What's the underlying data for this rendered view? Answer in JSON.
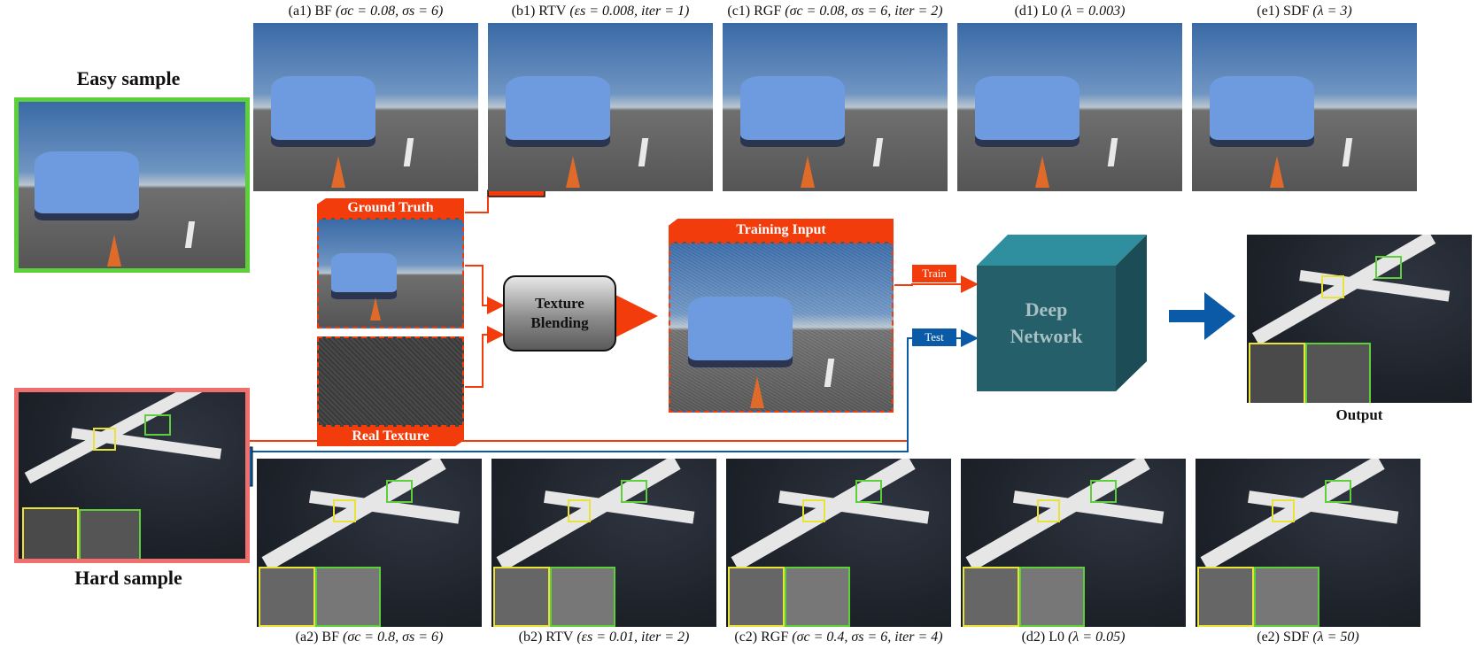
{
  "samples": {
    "easy_label": "Easy sample",
    "hard_label": "Hard sample"
  },
  "top_row": [
    {
      "id": "a1",
      "prefix": "(a1) BF",
      "params": "(σc = 0.08, σs = 6)"
    },
    {
      "id": "b1",
      "prefix": "(b1) RTV",
      "params": "(εs = 0.008, iter = 1)"
    },
    {
      "id": "c1",
      "prefix": "(c1) RGF",
      "params": "(σc = 0.08, σs = 6, iter = 2)"
    },
    {
      "id": "d1",
      "prefix": "(d1) L0",
      "params": "(λ = 0.003)"
    },
    {
      "id": "e1",
      "prefix": "(e1) SDF",
      "params": "(λ = 3)"
    }
  ],
  "bottom_row": [
    {
      "id": "a2",
      "prefix": "(a2) BF",
      "params": "(σc = 0.8, σs = 6)"
    },
    {
      "id": "b2",
      "prefix": "(b2) RTV",
      "params": "(εs = 0.01, iter = 2)"
    },
    {
      "id": "c2",
      "prefix": "(c2) RGF",
      "params": "(σc = 0.4, σs = 6, iter = 4)"
    },
    {
      "id": "d2",
      "prefix": "(d2) L0",
      "params": "(λ = 0.05)"
    },
    {
      "id": "e2",
      "prefix": "(e2) SDF",
      "params": "(λ = 50)"
    }
  ],
  "pipeline": {
    "ground_truth": "Ground Truth",
    "real_texture": "Real Texture",
    "blend_line1": "Texture",
    "blend_line2": "Blending",
    "training_input": "Training Input",
    "train_label": "Train",
    "test_label": "Test",
    "network_line1": "Deep",
    "network_line2": "Network",
    "output_label": "Output"
  },
  "colors": {
    "red": "#f23c0c",
    "blue": "#0b5aa8",
    "green_frame": "#5ccf3a",
    "pink_frame": "#ef6e6e",
    "cube_front": "#245f6a",
    "cube_top": "#2f8f9e",
    "cube_side": "#1c4c55",
    "big_arrow": "#0b5aa8"
  }
}
